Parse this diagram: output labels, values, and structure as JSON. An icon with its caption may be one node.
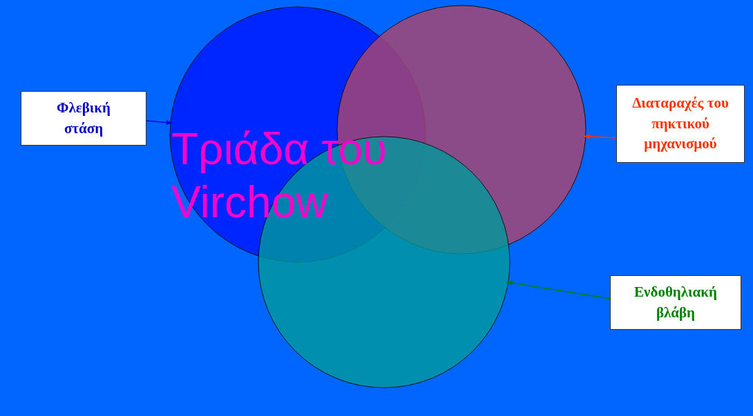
{
  "diagram": {
    "title": "Τριάδα του Virchow",
    "nodes": [
      {
        "text": [
          "Φλεβική στάση"
        ]
      },
      {
        "text": [
          "Διαταραχές του πηκτικού μηχανισμού"
        ]
      },
      {
        "text": [
          "Ενδοθηλιακή βλάβη"
        ]
      },
      {
        "text": [],
        "shape": "circle"
      },
      {
        "text": [],
        "shape": "circle"
      },
      {
        "text": [],
        "shape": "circle"
      }
    ],
    "edges": [
      {
        "from": 0,
        "to": 3,
        "arrow": "to",
        "color": "#0000ee"
      },
      {
        "from": 1,
        "to": 4,
        "arrow": "to",
        "color": "#ff3300"
      },
      {
        "from": 2,
        "to": 5,
        "arrow": "to",
        "color": "#008000"
      }
    ]
  }
}
